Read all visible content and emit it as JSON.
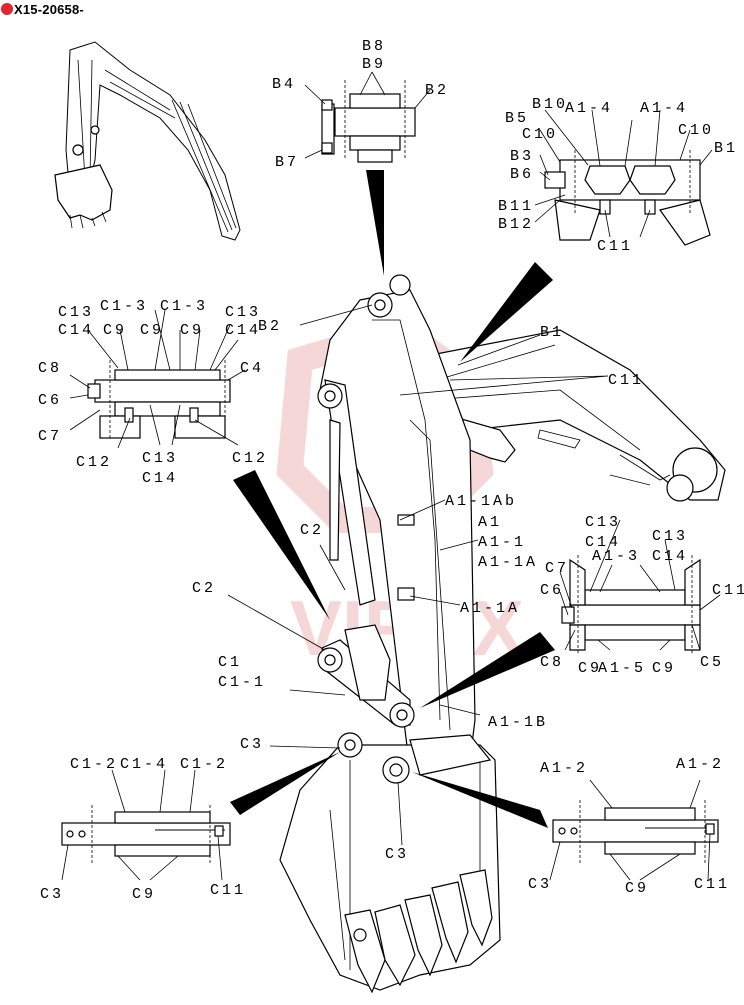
{
  "header": {
    "code": "X15-20658-",
    "logo_color": "#e3262e"
  },
  "watermark": {
    "text": "VIREX",
    "color": "#f0b8b8"
  },
  "labels": {
    "b8": "B8",
    "b9": "B9",
    "b4": "B4",
    "b2": "B2",
    "b7": "B7",
    "b10": "B10",
    "a1_4": "A1-4",
    "a1_4b": "A1-4",
    "b5": "B5",
    "c10a": "C10",
    "c10b": "C10",
    "b1": "B1",
    "b3": "B3",
    "b6": "B6",
    "b11": "B11",
    "b12": "B12",
    "c11a": "C11",
    "b2b": "B2",
    "b1b": "B1",
    "c11b": "C11",
    "c13a": "C13",
    "c1_3a": "C1-3",
    "c1_3b": "C1-3",
    "c13b": "C13",
    "c14a": "C14",
    "c9a": "C9",
    "c9b": "C9",
    "c9c": "C9",
    "c14b": "C14",
    "c8a": "C8",
    "c4": "C4",
    "c6a": "C6",
    "c7a": "C7",
    "c12a": "C12",
    "c13c": "C13",
    "c14c": "C14",
    "c12b": "C12",
    "a1_1ab": "A1-1Ab",
    "a1a": "A1",
    "a1_1a": "A1-1",
    "a1_1a_b": "A1-1A",
    "a1_1ac": "A1-1A",
    "c2a": "C2",
    "c2b": "C2",
    "c13d": "C13",
    "c13e": "C13",
    "c14d": "C14",
    "c14e": "C14",
    "a1_3": "A1-3",
    "c7b": "C7",
    "c6b": "C6",
    "c11c": "C11",
    "c8b": "C8",
    "c9d": "C9",
    "a1_5": "A1-5",
    "c9e": "C9",
    "c5": "C5",
    "c1": "C1",
    "c1_1": "C1-1",
    "a1_1b": "A1-1B",
    "c3a": "C3",
    "c1_2a": "C1-2",
    "c1_2b": "C1-2",
    "c1_4": "C1-4",
    "a1_2a": "A1-2",
    "a1_2b": "A1-2",
    "c3b": "C3",
    "c9f": "C9",
    "c11d": "C11",
    "c3c": "C3",
    "c3d": "C3",
    "c9g": "C9",
    "c11e": "C11"
  }
}
